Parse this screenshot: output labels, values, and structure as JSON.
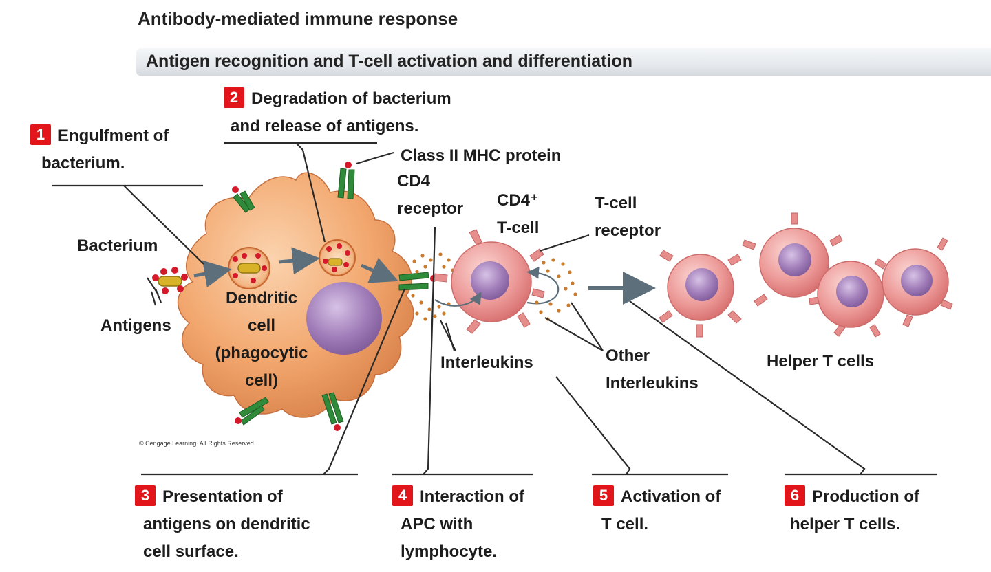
{
  "title": "Antibody-mediated immune response",
  "subtitle": "Antigen recognition and T-cell activation and differentiation",
  "steps": [
    {
      "number": "1",
      "line1": "Engulfment of",
      "line2": "bacterium."
    },
    {
      "number": "2",
      "line1": "Degradation of bacterium",
      "line2": "and release of antigens."
    },
    {
      "number": "3",
      "line1": "Presentation of",
      "line2": "antigens on dendritic",
      "line3": "cell surface."
    },
    {
      "number": "4",
      "line1": "Interaction  of",
      "line2": "APC with",
      "line3": "lymphocyte."
    },
    {
      "number": "5",
      "line1": "Activation of",
      "line2": "T cell."
    },
    {
      "number": "6",
      "line1": "Production of",
      "line2": "helper T cells."
    }
  ],
  "labels": {
    "bacterium": "Bacterium",
    "antigens": "Antigens",
    "dendritic_cell": [
      "Dendritic",
      "cell",
      "(phagocytic",
      "cell)"
    ],
    "mhc": "Class II MHC protein",
    "cd4_receptor": [
      "CD4",
      "receptor"
    ],
    "cd4_tcell": [
      "CD4⁺",
      "T-cell"
    ],
    "tcell_receptor": [
      "T-cell",
      "receptor"
    ],
    "interleukins": "Interleukins",
    "other_interleukins": [
      "Other",
      "Interleukins"
    ],
    "helper_t_cells": "Helper T cells"
  },
  "copyright": "© Cengage Learning. All Rights Reserved.",
  "colors": {
    "badge": "#e2151b",
    "dendritic_cell": "#f2a76e",
    "nucleus": "#a07cb8",
    "t_cell": "#ec9a98",
    "mhc_protein": "#2f8a3a",
    "antigen": "#d41a2a",
    "bacterium": "#d8b32a",
    "interleukin_dots": "#c97a2a"
  }
}
